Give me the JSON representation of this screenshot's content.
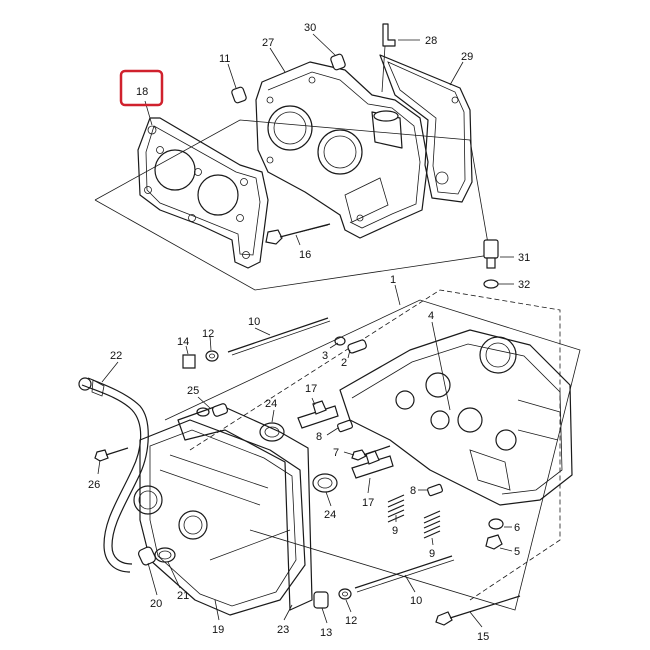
{
  "highlight_color": "#d0212d",
  "highlighted_part": "18",
  "callouts": [
    {
      "id": "c18",
      "text": "18"
    },
    {
      "id": "c30",
      "text": "30"
    },
    {
      "id": "c28",
      "text": "28"
    },
    {
      "id": "c27",
      "text": "27"
    },
    {
      "id": "c11",
      "text": "11"
    },
    {
      "id": "c29",
      "text": "29"
    },
    {
      "id": "c16",
      "text": "16"
    },
    {
      "id": "c31",
      "text": "31"
    },
    {
      "id": "c32",
      "text": "32"
    },
    {
      "id": "c1",
      "text": "1"
    },
    {
      "id": "c10a",
      "text": "10"
    },
    {
      "id": "c12a",
      "text": "12"
    },
    {
      "id": "c14",
      "text": "14"
    },
    {
      "id": "c4",
      "text": "4"
    },
    {
      "id": "c2",
      "text": "2"
    },
    {
      "id": "c3",
      "text": "3"
    },
    {
      "id": "c22",
      "text": "22"
    },
    {
      "id": "c25",
      "text": "25"
    },
    {
      "id": "c17a",
      "text": "17"
    },
    {
      "id": "c24a",
      "text": "24"
    },
    {
      "id": "c8a",
      "text": "8"
    },
    {
      "id": "c7",
      "text": "7"
    },
    {
      "id": "c8b",
      "text": "8"
    },
    {
      "id": "c26",
      "text": "26"
    },
    {
      "id": "c24b",
      "text": "24"
    },
    {
      "id": "c17b",
      "text": "17"
    },
    {
      "id": "c9a",
      "text": "9"
    },
    {
      "id": "c9b",
      "text": "9"
    },
    {
      "id": "c6",
      "text": "6"
    },
    {
      "id": "c5",
      "text": "5"
    },
    {
      "id": "c20",
      "text": "20"
    },
    {
      "id": "c21",
      "text": "21"
    },
    {
      "id": "c19",
      "text": "19"
    },
    {
      "id": "c23",
      "text": "23"
    },
    {
      "id": "c10b",
      "text": "10"
    },
    {
      "id": "c13",
      "text": "13"
    },
    {
      "id": "c12b",
      "text": "12"
    },
    {
      "id": "c15",
      "text": "15"
    }
  ]
}
